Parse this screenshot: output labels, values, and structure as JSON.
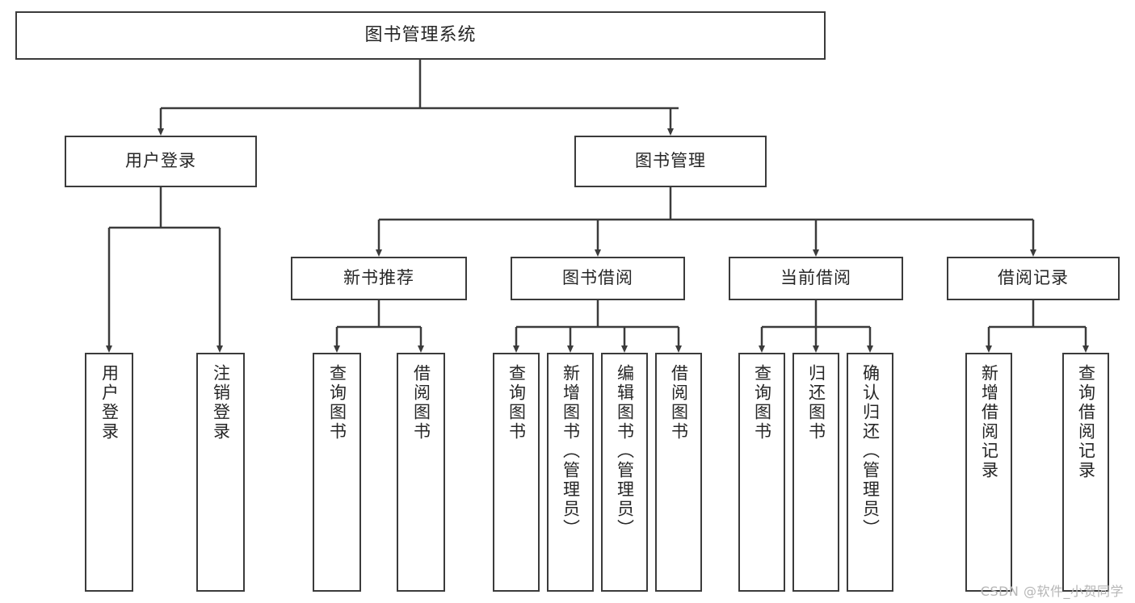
{
  "diagram": {
    "type": "tree-hierarchy",
    "title": "图书管理系统",
    "background_color": "#ffffff",
    "line_color": "#3b3b3b",
    "box_border_color": "#3b3b3b",
    "text_color": "#262626"
  },
  "nodes": {
    "root": {
      "label": "图书管理系统",
      "level": 1
    },
    "user_login": {
      "label": "用户登录",
      "level": 2
    },
    "book_manage": {
      "label": "图书管理",
      "level": 2
    },
    "new_book_rec": {
      "label": "新书推荐",
      "level": 3
    },
    "book_borrow": {
      "label": "图书借阅",
      "level": 3
    },
    "current_borrow": {
      "label": "当前借阅",
      "level": 3
    },
    "borrow_record": {
      "label": "借阅记录",
      "level": 3
    },
    "leaf_user_login": {
      "label": "用户登录",
      "level": 4
    },
    "leaf_logout": {
      "label": "注销登录",
      "level": 4
    },
    "leaf_query_book_a": {
      "label": "查询图书",
      "level": 4
    },
    "leaf_borrow_book_a": {
      "label": "借阅图书",
      "level": 4
    },
    "leaf_query_book_b": {
      "label": "查询图书",
      "level": 4
    },
    "leaf_add_book": {
      "label": "新增图书（管理员）",
      "level": 4
    },
    "leaf_edit_book": {
      "label": "编辑图书（管理员）",
      "level": 4
    },
    "leaf_borrow_book_b": {
      "label": "借阅图书",
      "level": 4
    },
    "leaf_query_book_c": {
      "label": "查询图书",
      "level": 4
    },
    "leaf_return_book": {
      "label": "归还图书",
      "level": 4
    },
    "leaf_confirm_return": {
      "label": "确认归还（管理员）",
      "level": 4
    },
    "leaf_add_record": {
      "label": "新增借阅记录",
      "level": 4
    },
    "leaf_query_record": {
      "label": "查询借阅记录",
      "level": 4
    }
  },
  "edges": [
    {
      "from": "root",
      "to": "user_login"
    },
    {
      "from": "root",
      "to": "book_manage"
    },
    {
      "from": "user_login",
      "to": "leaf_user_login"
    },
    {
      "from": "user_login",
      "to": "leaf_logout"
    },
    {
      "from": "book_manage",
      "to": "new_book_rec"
    },
    {
      "from": "book_manage",
      "to": "book_borrow"
    },
    {
      "from": "book_manage",
      "to": "current_borrow"
    },
    {
      "from": "book_manage",
      "to": "borrow_record"
    },
    {
      "from": "new_book_rec",
      "to": "leaf_query_book_a"
    },
    {
      "from": "new_book_rec",
      "to": "leaf_borrow_book_a"
    },
    {
      "from": "book_borrow",
      "to": "leaf_query_book_b"
    },
    {
      "from": "book_borrow",
      "to": "leaf_add_book"
    },
    {
      "from": "book_borrow",
      "to": "leaf_edit_book"
    },
    {
      "from": "book_borrow",
      "to": "leaf_borrow_book_b"
    },
    {
      "from": "current_borrow",
      "to": "leaf_query_book_c"
    },
    {
      "from": "current_borrow",
      "to": "leaf_return_book"
    },
    {
      "from": "current_borrow",
      "to": "leaf_confirm_return"
    },
    {
      "from": "borrow_record",
      "to": "leaf_add_record"
    },
    {
      "from": "borrow_record",
      "to": "leaf_query_record"
    }
  ],
  "watermark": {
    "text": "CSDN @软件_小贺同学"
  }
}
